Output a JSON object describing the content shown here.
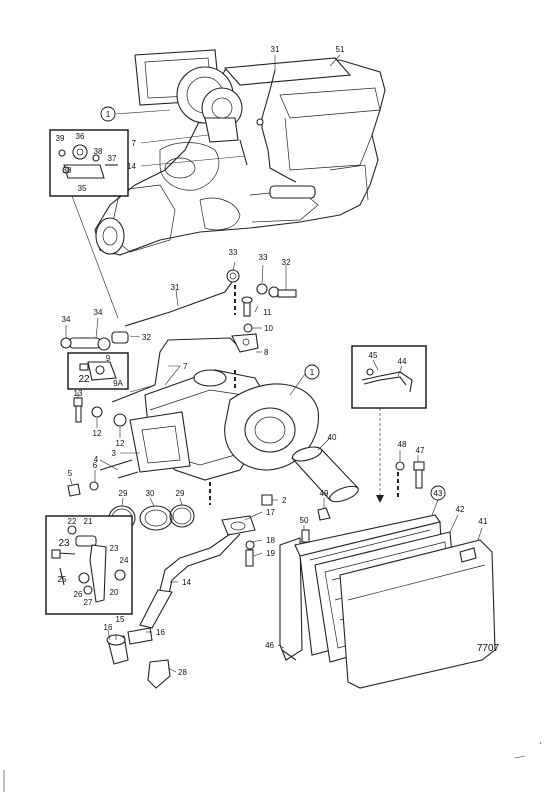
{
  "drawing_ref": "7707",
  "callouts": {
    "c1a": "1",
    "c1b": "1",
    "c2": "2",
    "c3": "3",
    "c4": "4",
    "c5": "5",
    "c6": "6",
    "c7a": "7",
    "c7b": "7",
    "c8": "8",
    "c9": "9",
    "c9a": "9A",
    "c10": "10",
    "c11": "11",
    "c12a": "12",
    "c12b": "12",
    "c13": "13",
    "c14a": "14",
    "c14b": "14",
    "c15": "15",
    "c16a": "16",
    "c16b": "16",
    "c17": "17",
    "c18": "18",
    "c19": "19",
    "c20": "20",
    "c21": "21",
    "c22a": "22",
    "c22b": "22",
    "c23a": "23",
    "c23b": "23",
    "c24": "24",
    "c25": "25",
    "c26": "26",
    "c27": "27",
    "c28": "28",
    "c29a": "29",
    "c29b": "29",
    "c30": "30",
    "c31a": "31",
    "c31b": "31",
    "c32a": "32",
    "c32b": "32",
    "c33a": "33",
    "c33b": "33",
    "c34a": "34",
    "c34b": "34",
    "c35": "35",
    "c36": "36",
    "c37": "37",
    "c38a": "38",
    "c38b": "38",
    "c39": "39",
    "c40": "40",
    "c41": "41",
    "c42": "42",
    "c43": "43",
    "c44": "44",
    "c45": "45",
    "c46": "46",
    "c47": "47",
    "c48": "48",
    "c49": "49",
    "c50": "50",
    "c51": "51"
  }
}
